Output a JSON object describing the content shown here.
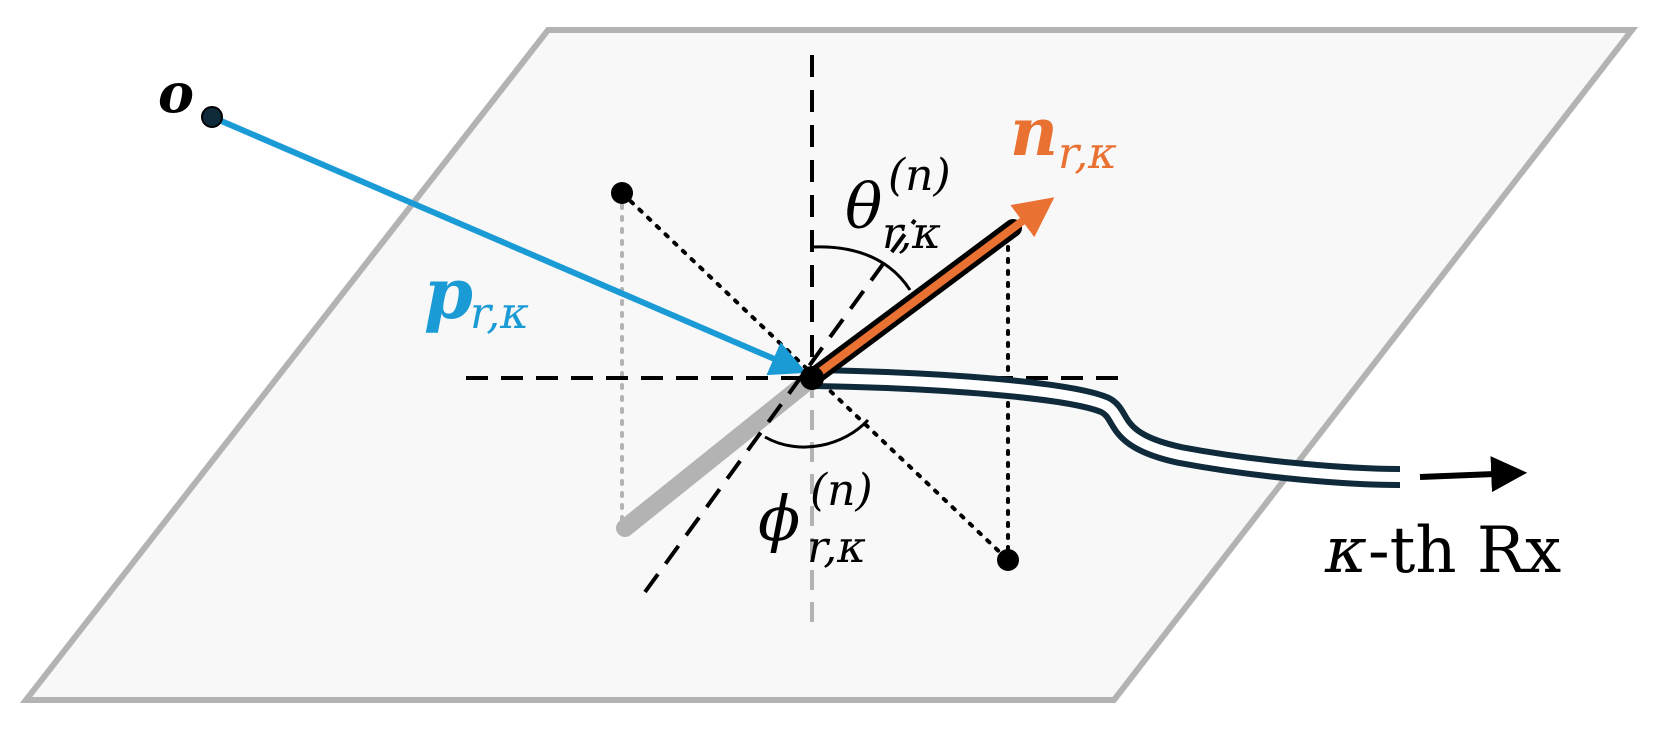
{
  "labels": {
    "origin": "o",
    "position_main": "p",
    "position_sub": "r,κ",
    "normal_main": "n",
    "normal_sub": "r,κ",
    "theta_main": "θ",
    "theta_sup": "(n)",
    "theta_sub": "r,κ",
    "phi_main": "ϕ",
    "phi_sup": "(n)",
    "phi_sub": "r,κ",
    "rx_kappa": "κ",
    "rx_text": "-th Rx"
  },
  "colors": {
    "plane_fill": "#f8f8f8",
    "plane_stroke": "#b3b3b3",
    "position_vector": "#1b9bd5",
    "normal_vector": "#e97132",
    "cable": "#0e2a3b",
    "ink": "#000000",
    "shadow": "#b3b3b3"
  }
}
